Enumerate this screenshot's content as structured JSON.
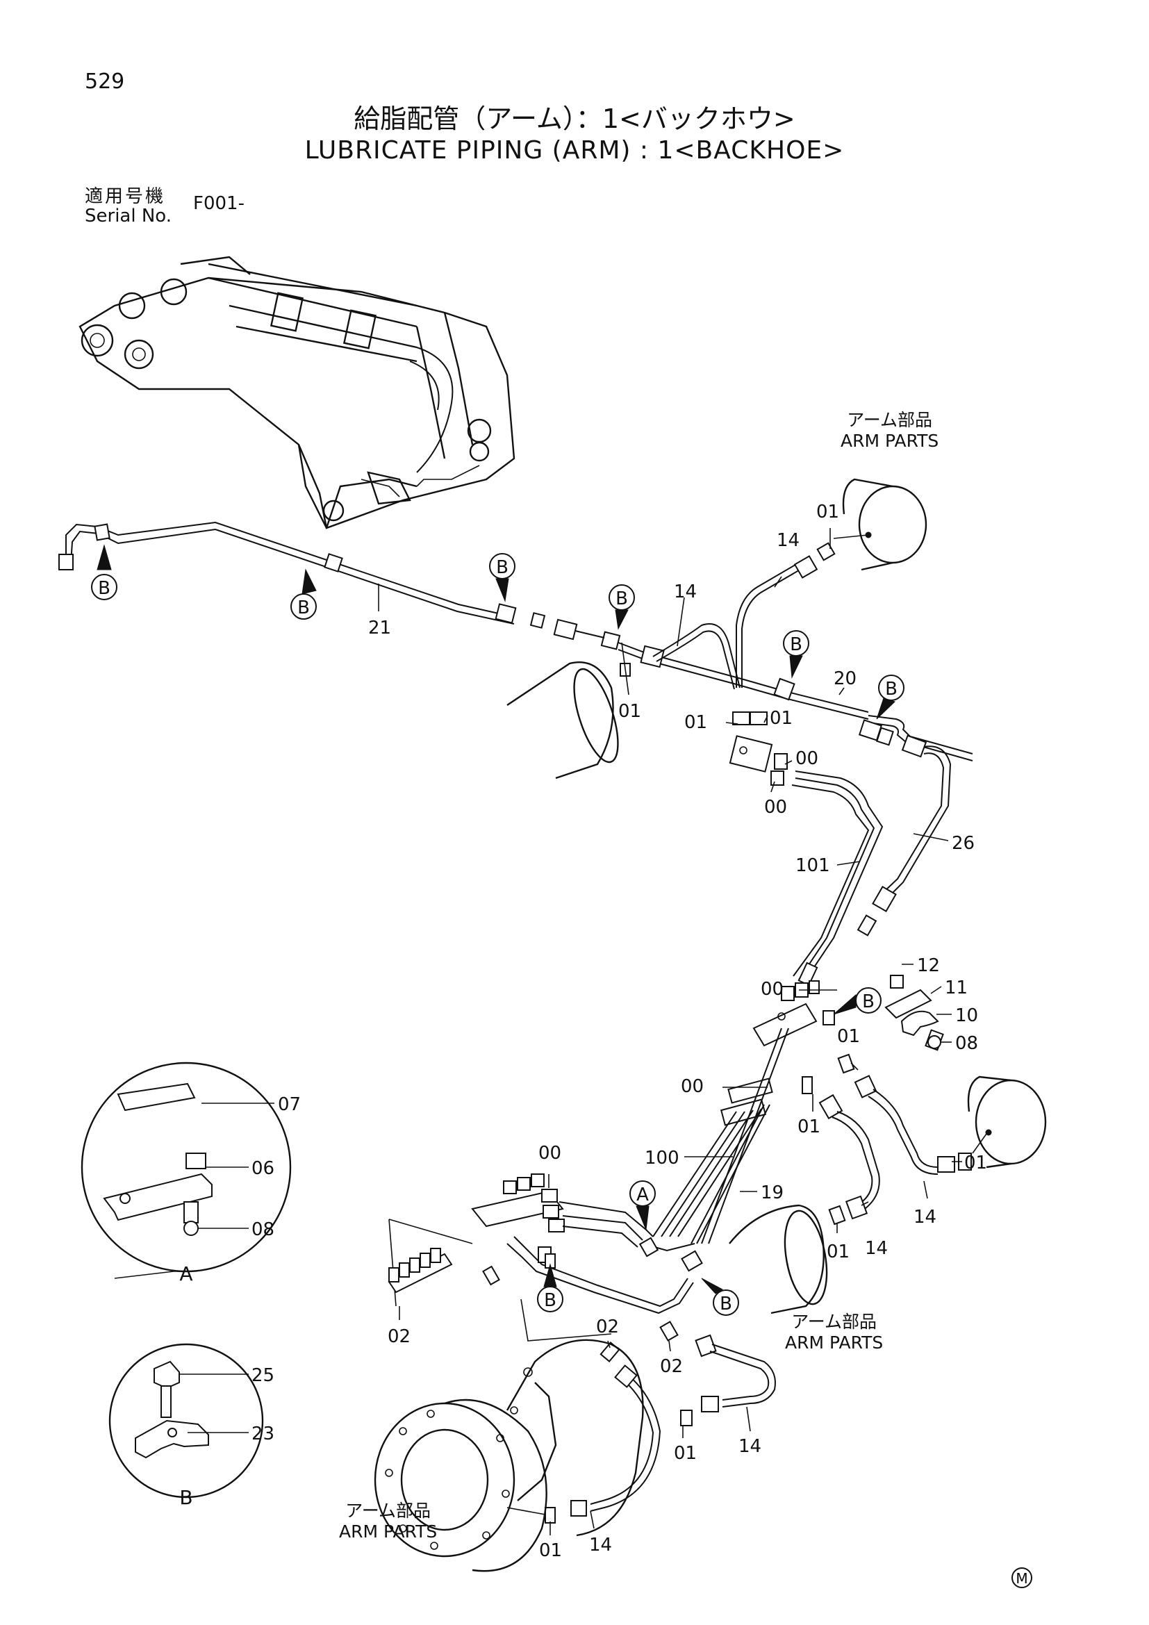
{
  "page": {
    "number": "529",
    "title_jp": "給脂配管（アーム）：1<バックホウ>",
    "title_en": "LUBRICATE PIPING (ARM) : 1<BACKHOE>"
  },
  "serial": {
    "label_jp": "適用号機",
    "label_en": "Serial No.",
    "value": "F001-"
  },
  "arm_parts": {
    "jp": "アーム部品",
    "en": "ARM PARTS"
  },
  "detail_labels": {
    "a": "A",
    "b": "B"
  },
  "callout_letters": {
    "a": "A",
    "b": "B"
  },
  "part_numbers": {
    "p00": "00",
    "p01": "01",
    "p02": "02",
    "p06": "06",
    "p07": "07",
    "p08": "08",
    "p10": "10",
    "p11": "11",
    "p12": "12",
    "p14": "14",
    "p19": "19",
    "p20": "20",
    "p21": "21",
    "p23": "23",
    "p25": "25",
    "p26": "26",
    "p100": "100",
    "p101": "101"
  },
  "mark": "M"
}
